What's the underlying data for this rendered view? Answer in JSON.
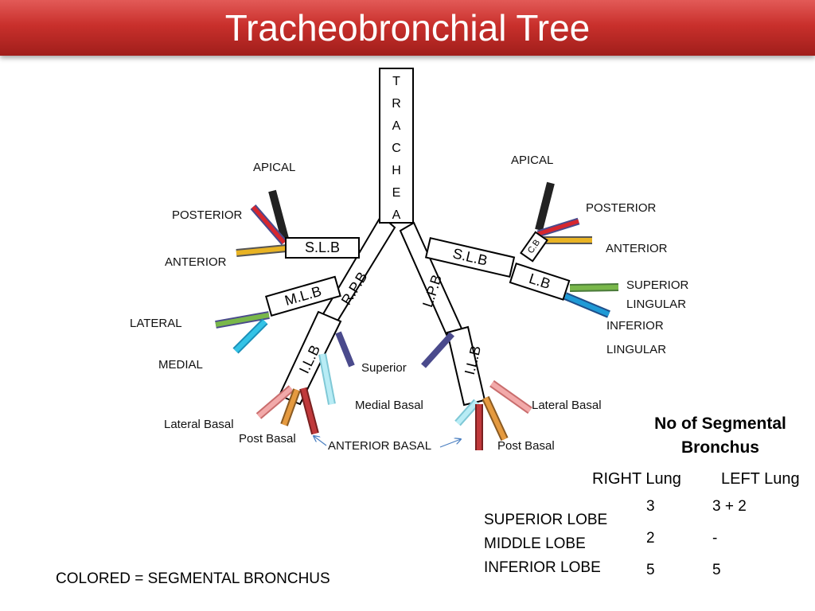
{
  "title": "Tracheobronchial Tree",
  "trachea_letters": [
    "T",
    "R",
    "A",
    "C",
    "H",
    "E",
    "A"
  ],
  "boxes": {
    "rslb": "S.L.B",
    "rpb": "R.P.B",
    "mlb": "M.L.B",
    "rilb": "I.L.B",
    "lpb": "L.P.B",
    "lslb": "S.L.B",
    "cb": "C.B",
    "lb": "L.B",
    "lilb": "I.L.B"
  },
  "right_labels": {
    "apical": "APICAL",
    "posterior": "POSTERIOR",
    "anterior": "ANTERIOR",
    "lateral": "LATERAL",
    "medial": "MEDIAL",
    "superior": "Superior",
    "medial_basal": "Medial Basal",
    "lateral_basal": "Lateral Basal",
    "post_basal": "Post Basal",
    "anterior_basal": "ANTERIOR BASAL"
  },
  "left_labels": {
    "apical": "APICAL",
    "posterior": "POSTERIOR",
    "anterior": "ANTERIOR",
    "superior_lingular_1": "SUPERIOR",
    "superior_lingular_2": "LINGULAR",
    "inferior_lingular_1": "INFERIOR",
    "inferior_lingular_2": "LINGULAR",
    "lateral_basal": "Lateral Basal",
    "post_basal": "Post Basal"
  },
  "legend": "COLORED = SEGMENTAL BRONCHUS",
  "table": {
    "heading_line1": "No of Segmental",
    "heading_line2": "Bronchus",
    "col_right": "RIGHT Lung",
    "col_left": "LEFT Lung",
    "rows": [
      {
        "lobe": "SUPERIOR LOBE",
        "right": "3",
        "left": "3 + 2"
      },
      {
        "lobe": "MIDDLE LOBE",
        "right": "2",
        "left": "-"
      },
      {
        "lobe": "INFERIOR LOBE",
        "right": "5",
        "left": "5"
      }
    ]
  },
  "colors": {
    "title_bar": "#c9302c",
    "black": "#111111",
    "red": "#d7262e",
    "yellow": "#e8b324",
    "green": "#79b74a",
    "cyan": "#33c3e6",
    "navy": "#4a4a8c",
    "pink": "#f2a9a9",
    "orange": "#e59a3f",
    "light_cyan": "#b8ecf5",
    "blue": "#1f9ad6",
    "dark_red": "#c0393b"
  }
}
